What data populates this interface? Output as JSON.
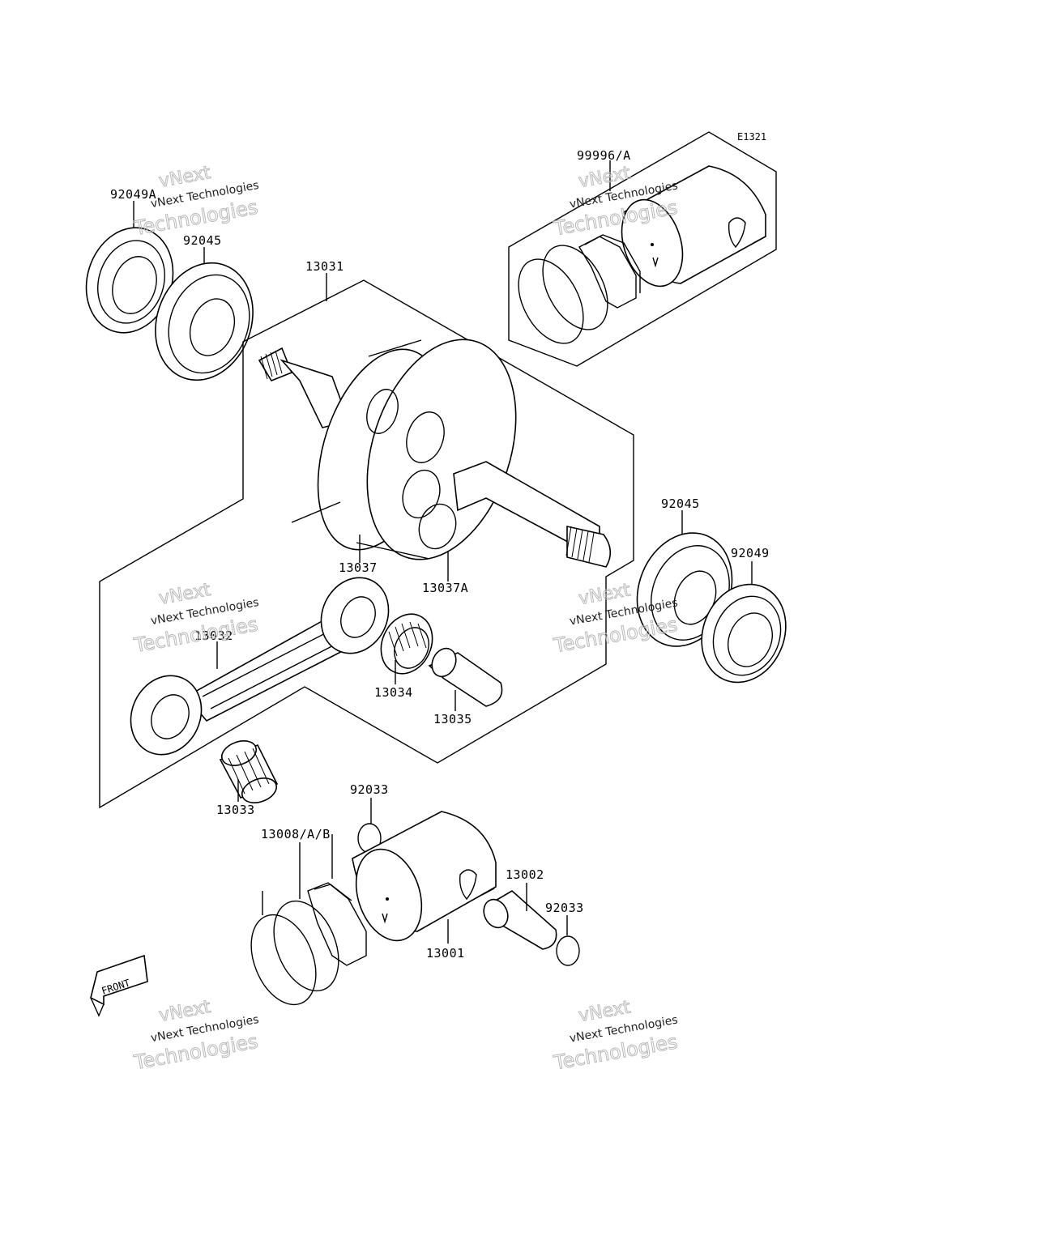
{
  "diagram_code": "E1321",
  "labels": {
    "piston_kit_top": "99996/A",
    "oil_seal_left": "92049A",
    "bearing_left": "92045",
    "crankshaft": "13031",
    "flywheel_left": "13037",
    "flywheel_right": "13037A",
    "bearing_right": "92045",
    "oil_seal_right": "92049",
    "connecting_rod": "13032",
    "big_end_bearing": "13034",
    "crank_pin": "13035",
    "small_end_bearing": "13033",
    "circlip_top": "92033",
    "piston_rings": "13008/A/B",
    "piston_pin": "13002",
    "circlip_right": "92033",
    "piston": "13001"
  },
  "front_indicator": "FRONT",
  "watermark": {
    "line1": "vNext",
    "line2": "vNext Technologies",
    "line3": "Technologies"
  }
}
